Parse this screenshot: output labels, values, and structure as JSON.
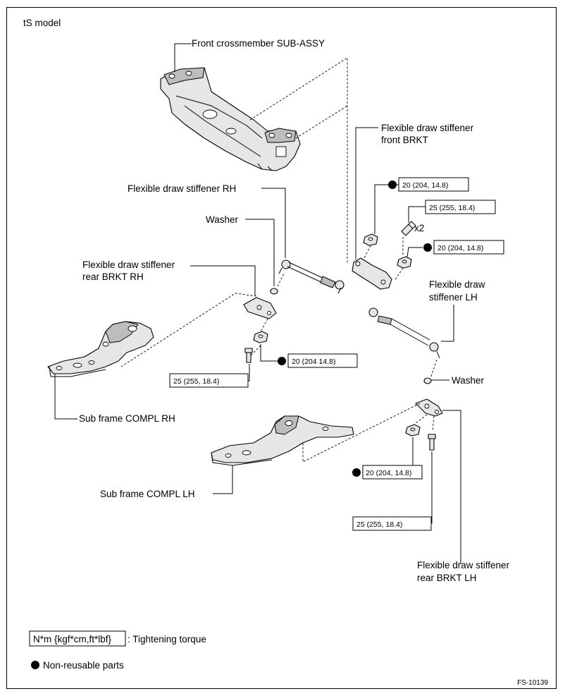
{
  "model_label": "tS model",
  "labels": {
    "front_crossmember": "Front crossmember SUB-ASSY",
    "stiffener_front_brkt_l1": "Flexible draw stiffener",
    "stiffener_front_brkt_l2": "front BRKT",
    "stiffener_rh": "Flexible draw stiffener RH",
    "washer_rh": "Washer",
    "rear_brkt_rh_l1": "Flexible draw stiffener",
    "rear_brkt_rh_l2": "rear BRKT RH",
    "stiffener_lh_l1": "Flexible draw",
    "stiffener_lh_l2": "stiffener LH",
    "washer_lh": "Washer",
    "sub_frame_rh": "Sub frame COMPL RH",
    "sub_frame_lh": "Sub frame COMPL LH",
    "rear_brkt_lh_l1": "Flexible draw stiffener",
    "rear_brkt_lh_l2": "rear BRKT LH",
    "x2": "x2"
  },
  "torques": {
    "front_brkt_nut_1": "20 (204, 14.8)",
    "front_brkt_bolt": "25 (255, 18.4)",
    "front_brkt_nut_2": "20 (204, 14.8)",
    "rh_nut": "20 (204 14.8)",
    "rh_bolt": "25 (255, 18.4)",
    "lh_nut": "20 (204, 14.8)",
    "lh_bolt": "25 (255, 18.4)"
  },
  "legend": {
    "torque_unit": "N*m {kgf*cm,ft*lbf}",
    "torque_desc": ": Tightening torque",
    "non_reusable": "Non-reusable parts"
  },
  "figure_id": "FS-10139"
}
